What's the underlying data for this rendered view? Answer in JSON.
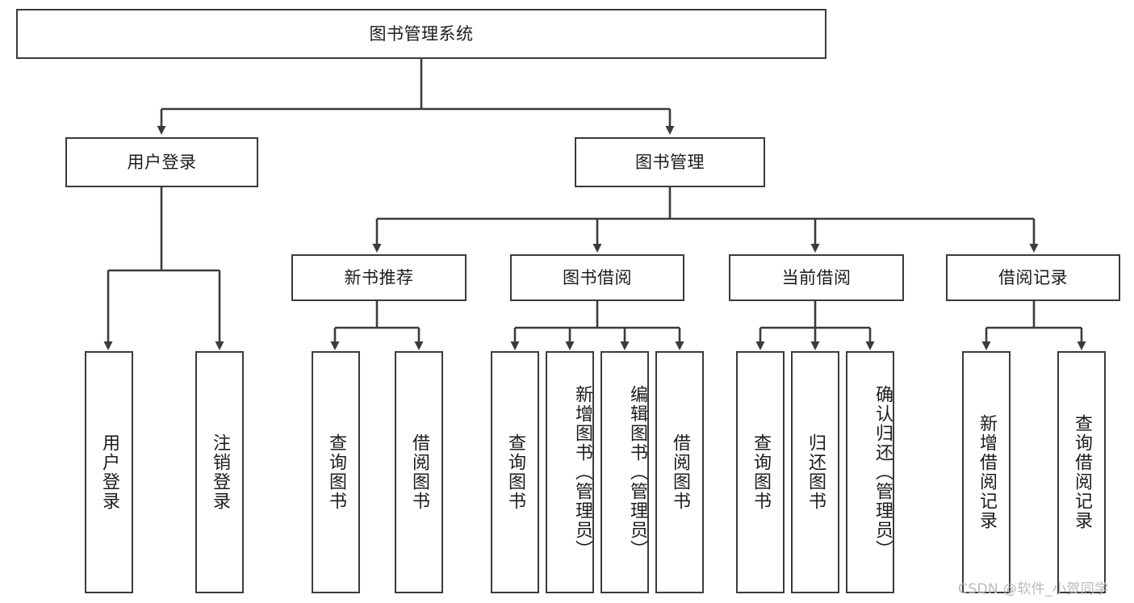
{
  "diagram": {
    "title": "图书管理系统",
    "type": "tree-hierarchy-diagram",
    "colors": {
      "box_border": "#3b3b3b",
      "box_fill": "#ffffff",
      "edge": "#3b3b3b",
      "text": "#1c1c1c",
      "watermark": "#b9b9b9",
      "background": "#ffffff"
    },
    "root": {
      "label": "图书管理系统"
    },
    "level1": [
      {
        "label": "用户登录"
      },
      {
        "label": "图书管理"
      }
    ],
    "level2": [
      {
        "label": "新书推荐"
      },
      {
        "label": "图书借阅"
      },
      {
        "label": "当前借阅"
      },
      {
        "label": "借阅记录"
      }
    ],
    "leaves": {
      "user_login": [
        {
          "label": "用户登录"
        },
        {
          "label": "注销登录"
        }
      ],
      "new_book_recommend": [
        {
          "label": "查询图书"
        },
        {
          "label": "借阅图书"
        }
      ],
      "book_borrow": [
        {
          "label": "查询图书"
        },
        {
          "label": "新增图书（管理员）"
        },
        {
          "label": "编辑图书（管理员）"
        },
        {
          "label": "借阅图书"
        }
      ],
      "current_borrow": [
        {
          "label": "查询图书"
        },
        {
          "label": "归还图书"
        },
        {
          "label": "确认归还（管理员）"
        }
      ],
      "borrow_record": [
        {
          "label": "新增借阅记录"
        },
        {
          "label": "查询借阅记录"
        }
      ]
    }
  },
  "watermark": {
    "text": "CSDN @软件_小贺同学"
  }
}
